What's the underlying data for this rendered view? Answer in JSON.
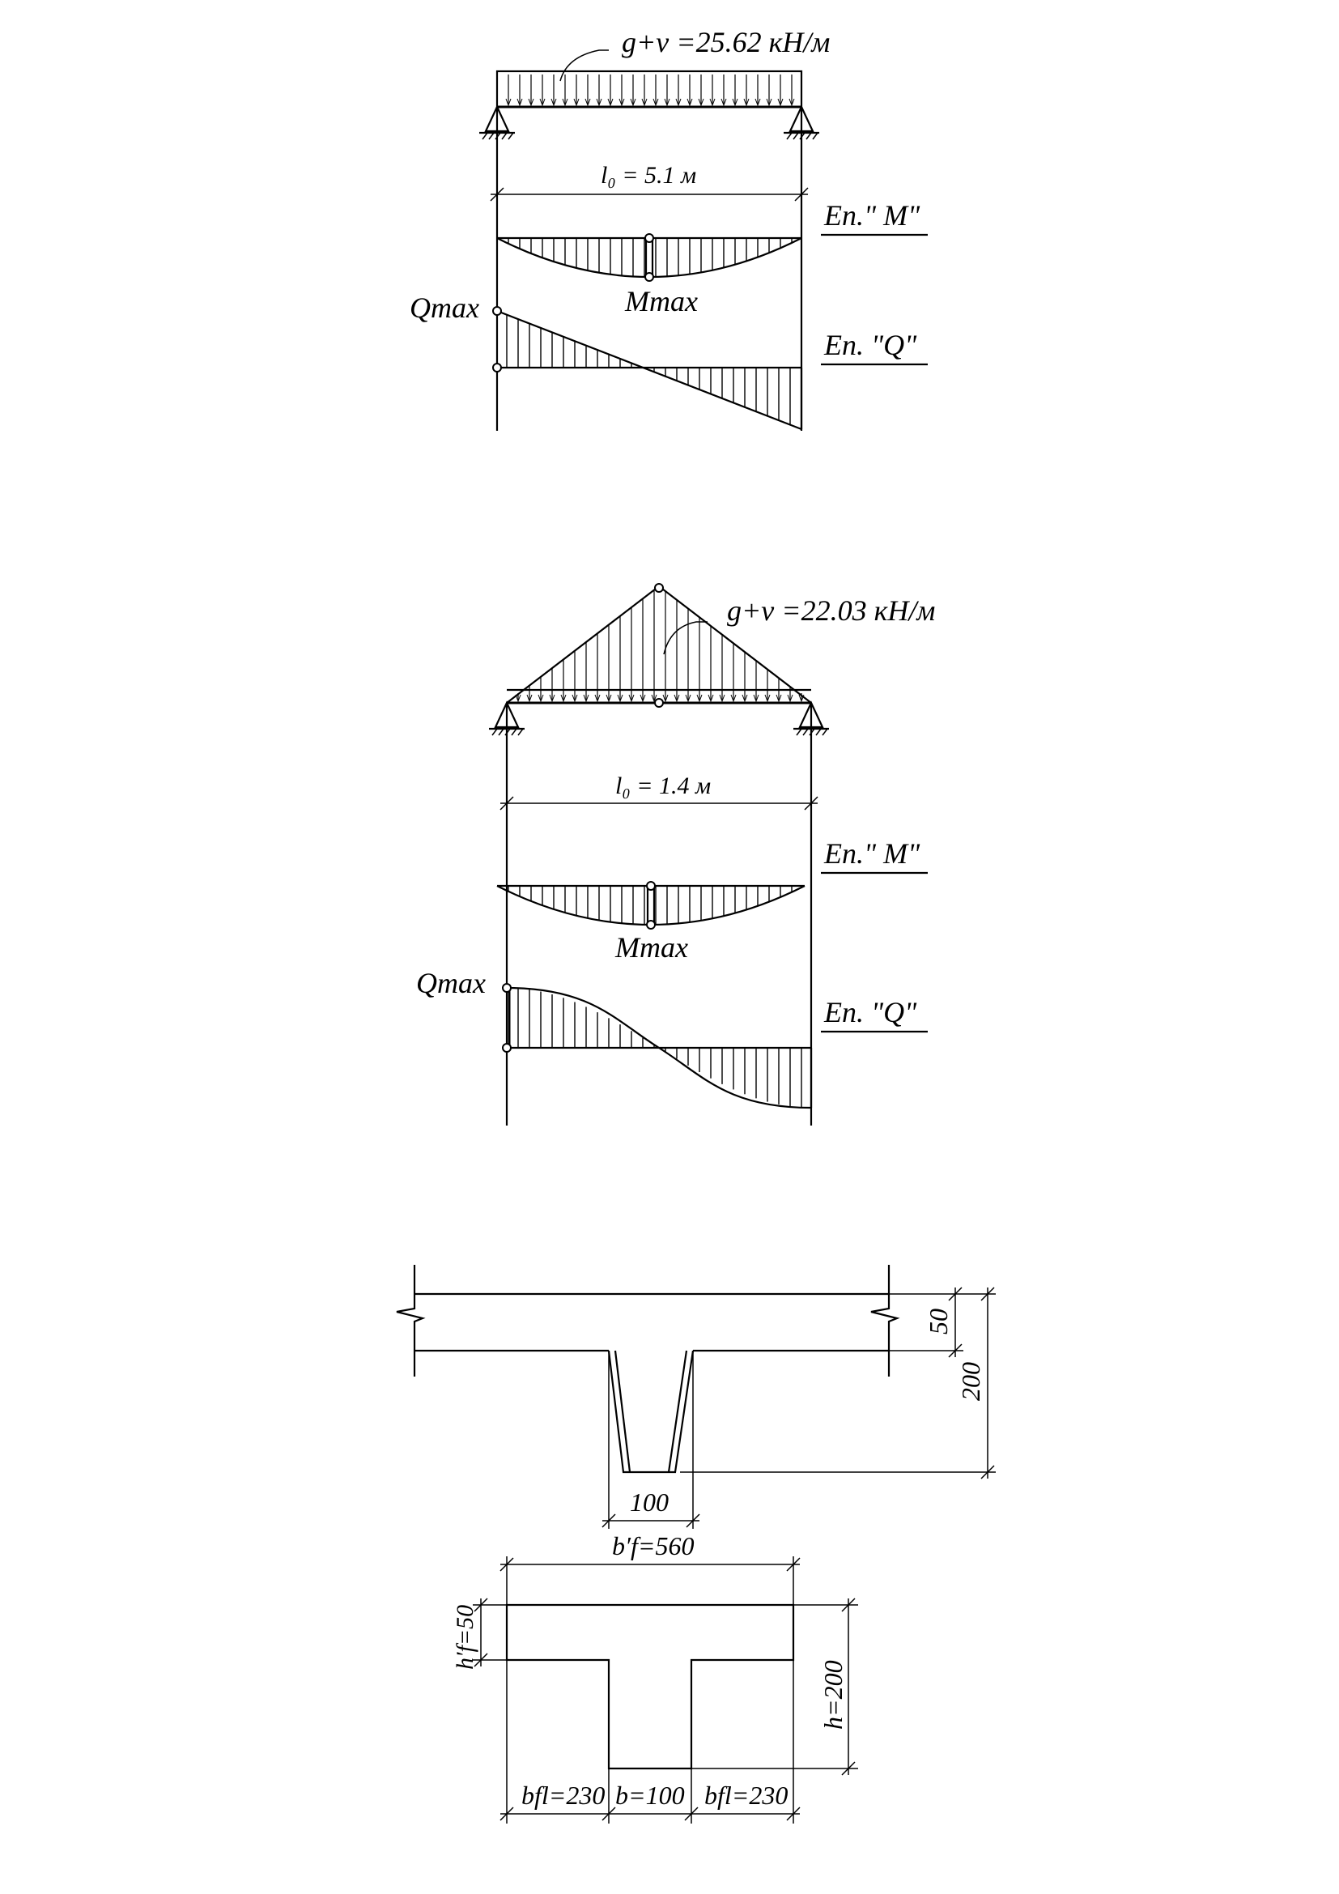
{
  "beam1": {
    "load_label": "g+v =25.62  кН/м",
    "span_label": "l₀ = 5.1 м",
    "moment_diagram_label": "Еп.\" М\"",
    "shear_diagram_label": "Еп. \"Q\"",
    "m_max_label": "Mmax",
    "q_max_label": "Qmax"
  },
  "beam2": {
    "load_label": "g+v =22.03  кН/м",
    "span_label": "l₀  = 1.4 м",
    "moment_diagram_label": "Еп.\" М\"",
    "shear_diagram_label": "Еп. \"Q\"",
    "m_max_label": "Mmax",
    "q_max_label": "Qmax"
  },
  "slab_section": {
    "flange_thickness": "50",
    "total_height": "200",
    "rib_width": "100"
  },
  "t_section": {
    "flange_width": "b′f=560",
    "flange_height": "h′f=50",
    "height": "h=200",
    "overhang_left": "bfl=230",
    "web_width": "b=100",
    "overhang_right": "bfl=230"
  }
}
